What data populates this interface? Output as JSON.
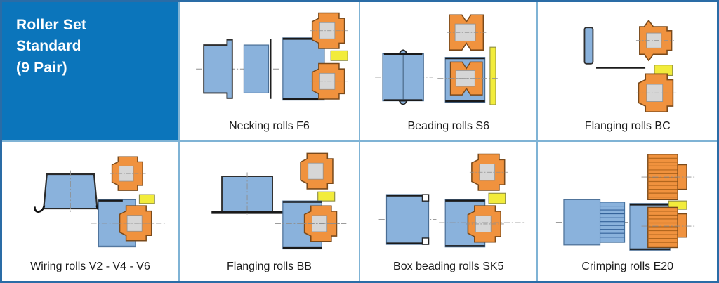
{
  "header": {
    "lines": [
      "Roller Set",
      "Standard",
      "(9 Pair)"
    ]
  },
  "cells": [
    {
      "caption": "Necking rolls F6",
      "figure": "necking-rolls-f6-diagram"
    },
    {
      "caption": "Beading rolls S6",
      "figure": "beading-rolls-s6-diagram"
    },
    {
      "caption": "Flanging rolls BC",
      "figure": "flanging-rolls-bc-diagram"
    },
    {
      "caption": "Wiring rolls V2 - V4 - V6",
      "figure": "wiring-rolls-v2-v4-v6-diagram"
    },
    {
      "caption": "Flanging rolls BB",
      "figure": "flanging-rolls-bb-diagram"
    },
    {
      "caption": "Box beading rolls SK5",
      "figure": "box-beading-rolls-sk5-diagram"
    },
    {
      "caption": "Crimping rolls E20",
      "figure": "crimping-rolls-e20-diagram"
    }
  ],
  "colors": {
    "header_bg": "#0B75BB",
    "header_text": "#FFFFFF",
    "outer_border": "#2A6CA6",
    "grid_line": "#7FB3D5",
    "workpiece_blue": "#8AB2DC",
    "roller_orange": "#F0923E",
    "hub_gray": "#D6D6D6",
    "accent_yellow": "#F2EC3B",
    "caption_text": "#1B1B1B"
  }
}
